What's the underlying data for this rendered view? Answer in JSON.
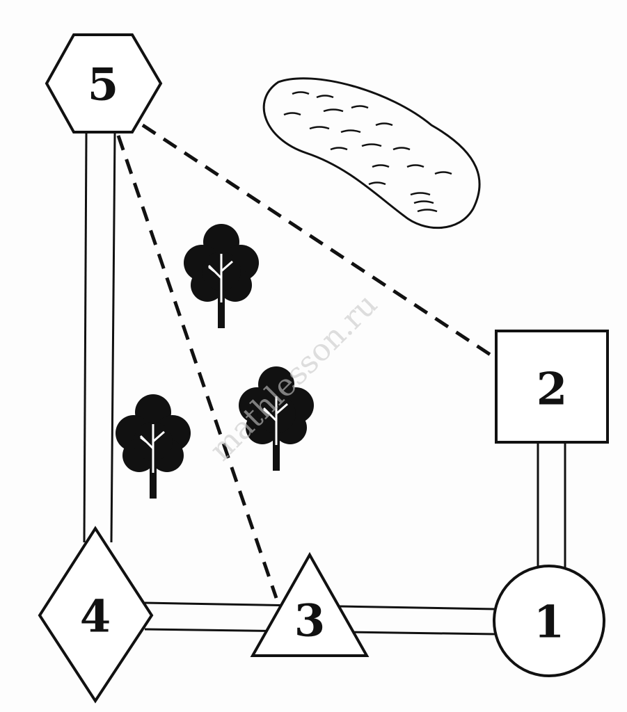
{
  "nodes": {
    "n1": {
      "label": "1",
      "shape": "circle"
    },
    "n2": {
      "label": "2",
      "shape": "square"
    },
    "n3": {
      "label": "3",
      "shape": "triangle"
    },
    "n4": {
      "label": "4",
      "shape": "diamond"
    },
    "n5": {
      "label": "5",
      "shape": "hexagon"
    }
  },
  "roads": [
    [
      "5",
      "4"
    ],
    [
      "4",
      "3"
    ],
    [
      "3",
      "1"
    ],
    [
      "2",
      "1"
    ]
  ],
  "paths_dashed": [
    [
      "5",
      "2"
    ],
    [
      "5",
      "3"
    ]
  ],
  "watermark": "mathlesson.ru",
  "colors": {
    "ink": "#111111",
    "background": "#fdfdfd"
  }
}
